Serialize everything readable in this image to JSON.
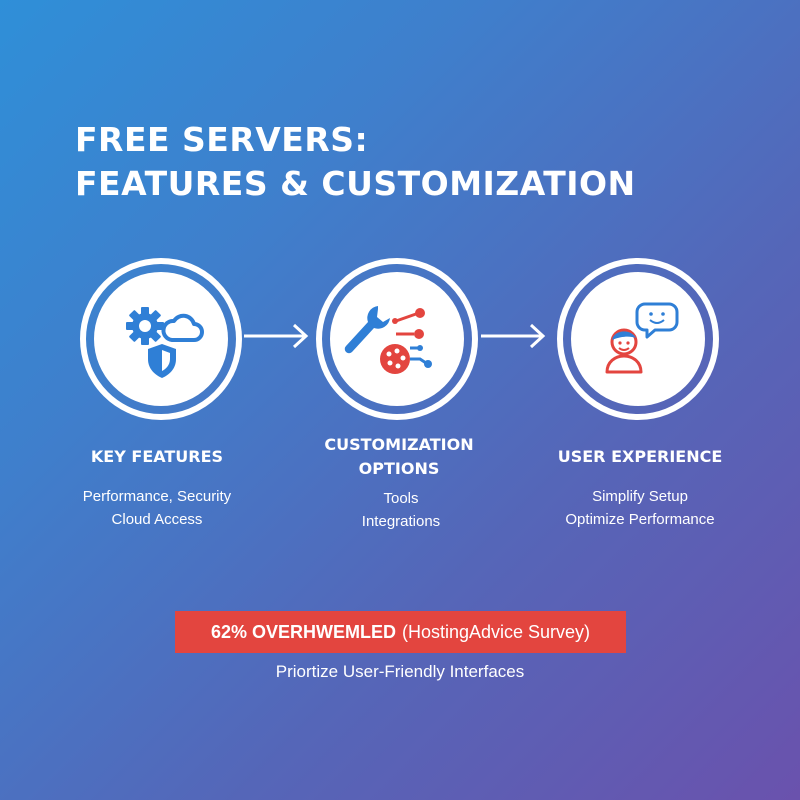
{
  "title": {
    "line1": "FREE SERVERS:",
    "line2": "FEATURES & CUSTOMIZATION"
  },
  "steps": [
    {
      "heading": "KEY FEATURES",
      "lines": [
        "Performance, Security",
        "Cloud Access"
      ],
      "icons": [
        "gear-icon",
        "cloud-icon",
        "shield-icon"
      ]
    },
    {
      "heading_lines": [
        "CUSTOMIZATION",
        "OPTIONS"
      ],
      "lines": [
        "Tools",
        "Integrations"
      ],
      "icons": [
        "wrench-icon",
        "palette-icon",
        "connector-icon"
      ]
    },
    {
      "heading": "USER EXPERIENCE",
      "lines": [
        "Simplify Setup",
        "Optimize Performance"
      ],
      "icons": [
        "user-icon",
        "speech-bubble-icon"
      ]
    }
  ],
  "banner": {
    "strong": "62% OVERHWEMLED",
    "rest": "(HostingAdvice Survey)"
  },
  "subline": "Priortize User-Friendly Interfaces",
  "colors": {
    "icon_blue": "#2f7fd6",
    "icon_red": "#e3453f",
    "banner_red": "#e3453f"
  }
}
